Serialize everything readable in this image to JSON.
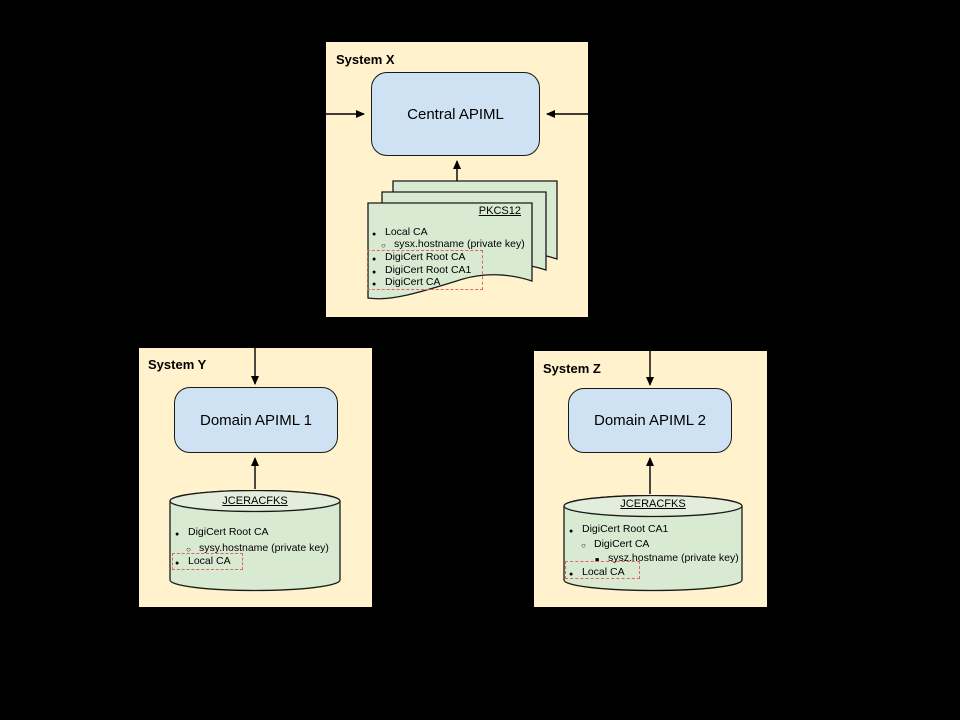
{
  "colors": {
    "background": "#000000",
    "system_box_fill": "#FFF2CC",
    "apiml_node_fill": "#CFE2F3",
    "keystore_fill": "#D9EAD3",
    "keystore_cap_fill": "#E2EEDB",
    "outline": "#1a1a1a",
    "highlight_dashed_border": "#E06666"
  },
  "system_x": {
    "label": "System X",
    "node_label": "Central APIML",
    "keystore": {
      "type": "PKCS12",
      "shape": "document-stack",
      "entries": [
        {
          "level": 1,
          "text": "Local CA",
          "highlighted": false
        },
        {
          "level": 2,
          "text": "sysx.hostname (private key)",
          "highlighted": false
        },
        {
          "level": 1,
          "text": "DigiCert Root CA",
          "highlighted": true
        },
        {
          "level": 1,
          "text": "DigiCert Root CA1",
          "highlighted": true
        },
        {
          "level": 1,
          "text": "DigiCert CA",
          "highlighted": true
        }
      ]
    }
  },
  "system_y": {
    "label": "System Y",
    "node_label": "Domain APIML 1",
    "keystore": {
      "type": "JCERACFKS",
      "shape": "cylinder",
      "entries": [
        {
          "level": 1,
          "text": "DigiCert Root CA",
          "highlighted": false
        },
        {
          "level": 2,
          "text": "sysy.hostname (private key)",
          "highlighted": false
        },
        {
          "level": 1,
          "text": "Local CA",
          "highlighted": true
        }
      ]
    }
  },
  "system_z": {
    "label": "System Z",
    "node_label": "Domain APIML 2",
    "keystore": {
      "type": "JCERACFKS",
      "shape": "cylinder",
      "entries": [
        {
          "level": 1,
          "text": "DigiCert Root CA1",
          "highlighted": false
        },
        {
          "level": 2,
          "text": "DigiCert CA",
          "highlighted": false
        },
        {
          "level": 3,
          "text": "sysz.hostname (private key)",
          "highlighted": false
        },
        {
          "level": 1,
          "text": "Local CA",
          "highlighted": true
        }
      ]
    }
  }
}
